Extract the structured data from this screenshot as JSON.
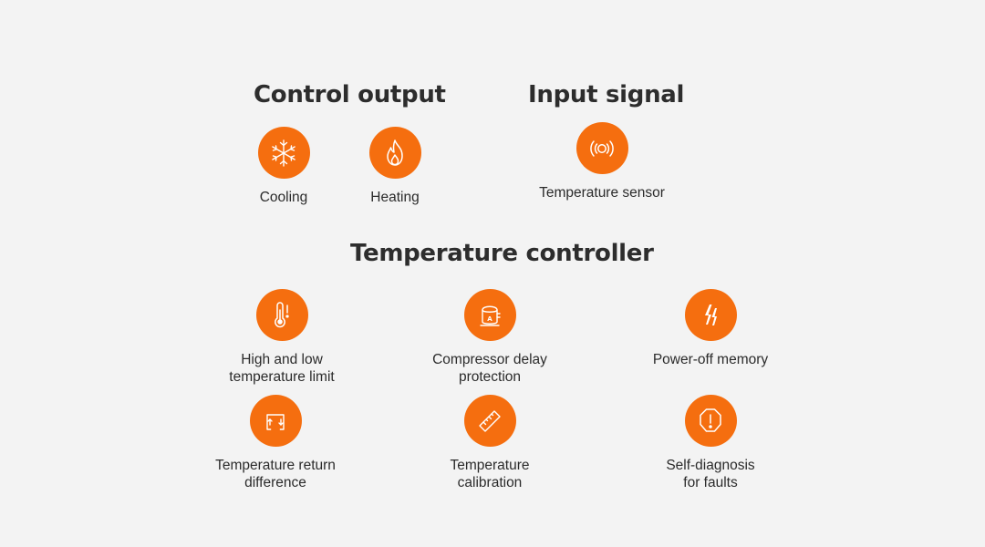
{
  "sections": {
    "control_output": {
      "title": "Control output",
      "items": [
        {
          "label": "Cooling",
          "icon": "snowflake-icon"
        },
        {
          "label": "Heating",
          "icon": "flame-icon"
        }
      ]
    },
    "input_signal": {
      "title": "Input signal",
      "items": [
        {
          "label": "Temperature sensor",
          "icon": "sensor-signal-icon"
        }
      ]
    },
    "temperature_controller": {
      "title": "Temperature controller",
      "items": [
        {
          "label": "High and low\ntemperature limit",
          "icon": "thermometer-alert-icon"
        },
        {
          "label": "Compressor delay\nprotection",
          "icon": "compressor-icon"
        },
        {
          "label": "Power-off memory",
          "icon": "power-off-icon"
        },
        {
          "label": "Temperature return\ndifference",
          "icon": "return-difference-icon"
        },
        {
          "label": "Temperature\ncalibration",
          "icon": "ruler-icon"
        },
        {
          "label": "Self-diagnosis\nfor faults",
          "icon": "warning-octagon-icon"
        }
      ]
    }
  },
  "colors": {
    "accent": "#f56e0f",
    "background": "#f3f3f3",
    "text": "#2b2b2b"
  }
}
